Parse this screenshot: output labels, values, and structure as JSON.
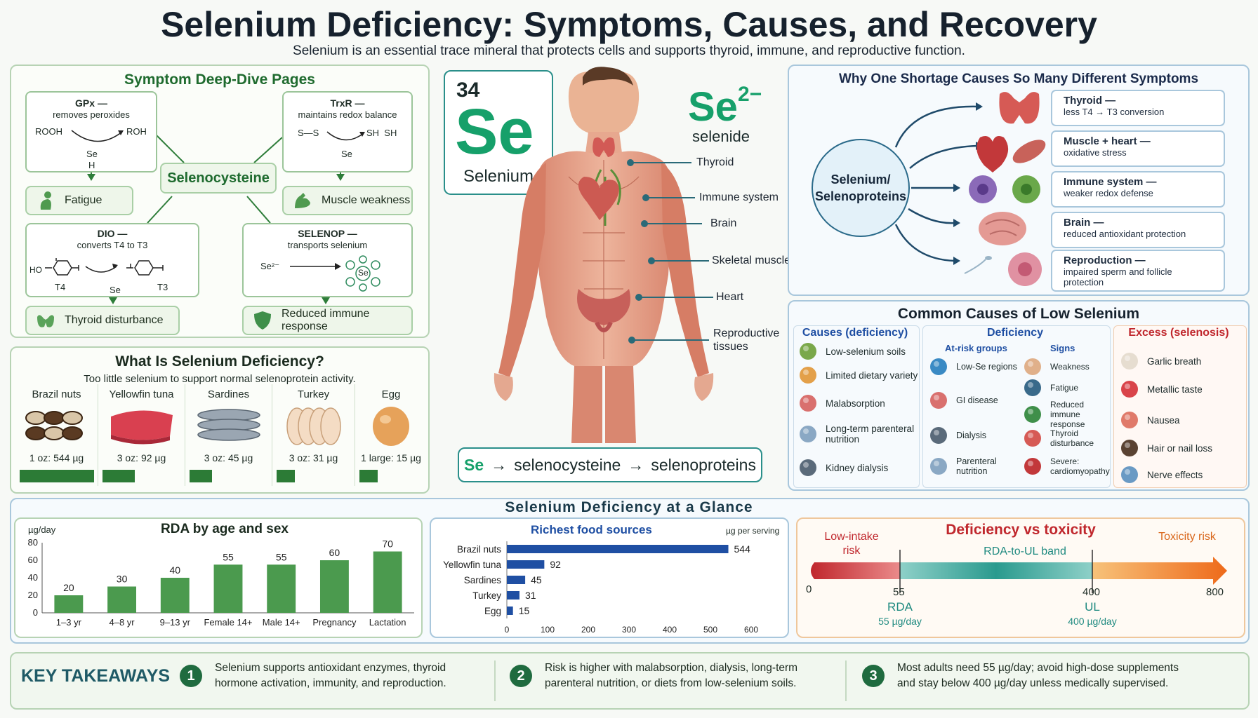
{
  "header": {
    "title": "Selenium Deficiency: Symptoms, Causes, and Recovery",
    "subtitle": "Selenium is an essential trace mineral that protects cells and supports thyroid, immune, and reproductive function."
  },
  "symptoms": {
    "title": "Symptom Deep-Dive Pages",
    "center": "Selenocysteine",
    "gpx": {
      "name": "GPx —",
      "desc": "removes peroxides",
      "left": "ROOH",
      "right": "ROH",
      "mid": "Se",
      "sub": "H"
    },
    "trxr": {
      "name": "TrxR —",
      "desc": "maintains redox balance",
      "left": "S—S",
      "right": "SH  SH",
      "mid": "Se"
    },
    "dio": {
      "name": "DIO —",
      "desc": "converts T4 to T3",
      "a": "T4",
      "b": "T3",
      "mid": "Se",
      "ho": "HO"
    },
    "selenop": {
      "name": "SELENOP —",
      "desc": "transports selenium",
      "ion": "Se²⁻",
      "mid": "Se"
    },
    "tags": [
      "Fatigue",
      "Muscle weakness",
      "Thyroid disturbance",
      "Reduced immune response"
    ]
  },
  "what": {
    "title": "What Is Selenium Deficiency?",
    "desc": "Too little selenium to support normal selenoprotein activity.",
    "foods": [
      {
        "name": "Brazil nuts",
        "serving": "1 oz: 544 µg",
        "ug": 544
      },
      {
        "name": "Yellowfin tuna",
        "serving": "3 oz: 92 µg",
        "ug": 92
      },
      {
        "name": "Sardines",
        "serving": "3 oz: 45 µg",
        "ug": 45
      },
      {
        "name": "Turkey",
        "serving": "3 oz: 31 µg",
        "ug": 31
      },
      {
        "name": "Egg",
        "serving": "1 large: 15 µg",
        "ug": 15
      }
    ]
  },
  "element": {
    "number": "34",
    "symbol": "Se",
    "name": "Selenium",
    "ion_symbol": "Se",
    "ion_charge": "2−",
    "ion_name": "selenide"
  },
  "body_labels": [
    "Thyroid",
    "Immune system",
    "Brain",
    "Skeletal muscle",
    "Heart",
    "Reproductive tissues"
  ],
  "pathway": {
    "a": "Se",
    "b": "selenocysteine",
    "c": "selenoproteins",
    "arrow": "→"
  },
  "why": {
    "title": "Why One Shortage Causes So Many Different Symptoms",
    "hub": "Selenium/ Selenoproteins",
    "items": [
      {
        "title": "Thyroid —",
        "desc": "less T4 → T3 conversion"
      },
      {
        "title": "Muscle + heart —",
        "desc": "oxidative stress"
      },
      {
        "title": "Immune system —",
        "desc": "weaker redox defense"
      },
      {
        "title": "Brain —",
        "desc": "reduced antioxidant protection"
      },
      {
        "title": "Reproduction —",
        "desc": "impaired sperm and follicle protection"
      }
    ]
  },
  "causes": {
    "title": "Common Causes of Low Selenium",
    "col1": {
      "title": "Causes (deficiency)",
      "items": [
        "Low-selenium soils",
        "Limited dietary variety",
        "Malabsorption",
        "Long-term parenteral nutrition",
        "Kidney dialysis"
      ]
    },
    "col2": {
      "title": "Deficiency",
      "sub_a": "At-risk groups",
      "sub_b": "Signs",
      "groups": [
        "Low-Se regions",
        "GI disease",
        "Dialysis",
        "Parenteral nutrition"
      ],
      "signs": [
        "Weakness",
        "Fatigue",
        "Reduced immune response",
        "Thyroid disturbance",
        "Severe: cardiomyopathy"
      ]
    },
    "col3": {
      "title": "Excess (selenosis)",
      "items": [
        "Garlic breath",
        "Metallic taste",
        "Nausea",
        "Hair or nail loss",
        "Nerve effects"
      ]
    }
  },
  "glance": {
    "title": "Selenium Deficiency at a Glance"
  },
  "rda_chart": {
    "unit": "µg/day",
    "chart_data": {
      "type": "bar",
      "title": "RDA by age and sex",
      "ylabel": "µg/day",
      "categories": [
        "1–3 yr",
        "4–8 yr",
        "9–13 yr",
        "Female 14+",
        "Male 14+",
        "Pregnancy",
        "Lactation"
      ],
      "values": [
        20,
        30,
        40,
        55,
        55,
        60,
        70
      ],
      "ylim": [
        0,
        80
      ],
      "yticks": [
        0,
        20,
        40,
        60,
        80
      ],
      "color": "#4b9a4e"
    }
  },
  "food_chart": {
    "unit": "µg per serving",
    "chart_data": {
      "type": "bar",
      "orientation": "horizontal",
      "title": "Richest food sources",
      "categories": [
        "Brazil nuts",
        "Yellowfin tuna",
        "Sardines",
        "Turkey",
        "Egg"
      ],
      "values": [
        544,
        92,
        45,
        31,
        15
      ],
      "xlim": [
        0,
        600
      ],
      "xticks": [
        0,
        100,
        200,
        300,
        400,
        500,
        600
      ],
      "color": "#1f4fa3"
    }
  },
  "tox": {
    "title": "Deficiency vs toxicity",
    "low": "Low-intake risk",
    "band": "RDA-to-UL band",
    "high": "Toxicity risk",
    "ticks": [
      0,
      55,
      400,
      800
    ],
    "rda_label": "RDA",
    "rda_value": "55 µg/day",
    "ul_label": "UL",
    "ul_value": "400 µg/day"
  },
  "takeaways": {
    "title": "KEY TAKEAWAYS",
    "items": [
      {
        "n": "1",
        "text": "Selenium supports antioxidant enzymes, thyroid hormone activation, immunity, and reproduction."
      },
      {
        "n": "2",
        "text": "Risk is higher with malabsorption, dialysis, long-term parenteral nutrition, or diets from low-selenium soils."
      },
      {
        "n": "3",
        "text": "Most adults need 55 µg/day; avoid high-dose supplements and stay below 400 µg/day unless medically supervised."
      }
    ]
  },
  "colors": {
    "green": "#1f6b2f",
    "blue": "#1f4fa3",
    "red": "#c0272d",
    "teal": "#2a9a8e",
    "orange": "#ee7d22"
  }
}
